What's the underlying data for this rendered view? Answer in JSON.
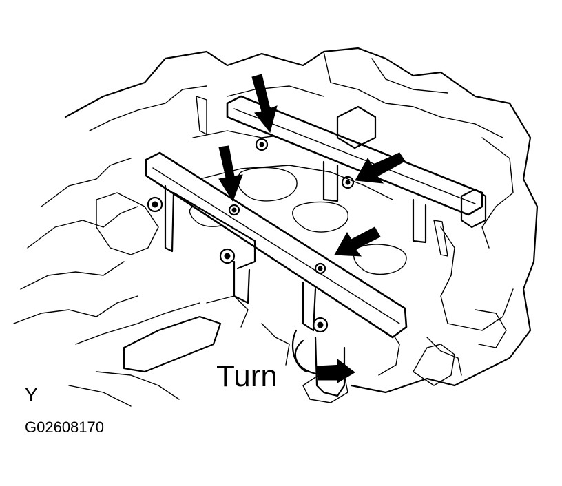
{
  "labels": {
    "action": "Turn",
    "view_marker": "Y",
    "figure_code": "G02608170"
  },
  "colors": {
    "line": "#000000",
    "background": "#ffffff"
  },
  "icons": {
    "arrows": "down-arrow-icon",
    "rotation": "rotate-arrow-icon",
    "bolts": "bolt-icon"
  }
}
